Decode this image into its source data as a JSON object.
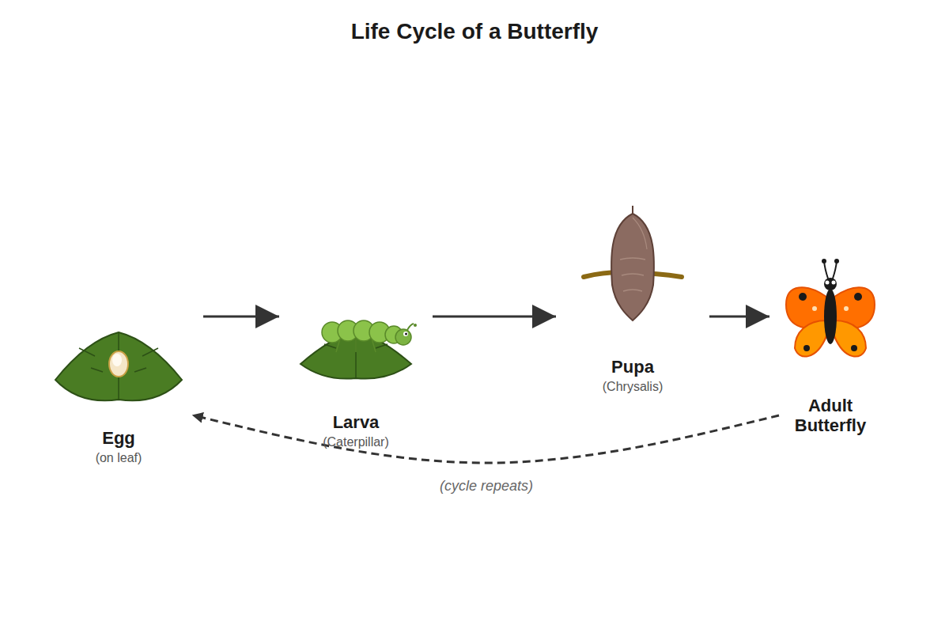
{
  "diagram": {
    "title": "Life Cycle of a Butterfly",
    "nodes": [
      {
        "text": [
          "Egg",
          "(on leaf)"
        ]
      },
      {
        "text": [
          "Larva",
          "(Caterpillar)"
        ]
      },
      {
        "text": [
          "Pupa",
          "(Chrysalis)"
        ]
      },
      {
        "text": [
          "Adult Butterfly"
        ]
      }
    ],
    "edges": [
      {
        "from": 0,
        "to": 1,
        "arrow": "to"
      },
      {
        "from": 1,
        "to": 2,
        "arrow": "to"
      },
      {
        "from": 2,
        "to": 3,
        "arrow": "to"
      },
      {
        "from": 3,
        "to": 0,
        "label": "(cycle repeats)",
        "arrow": "to"
      }
    ]
  }
}
